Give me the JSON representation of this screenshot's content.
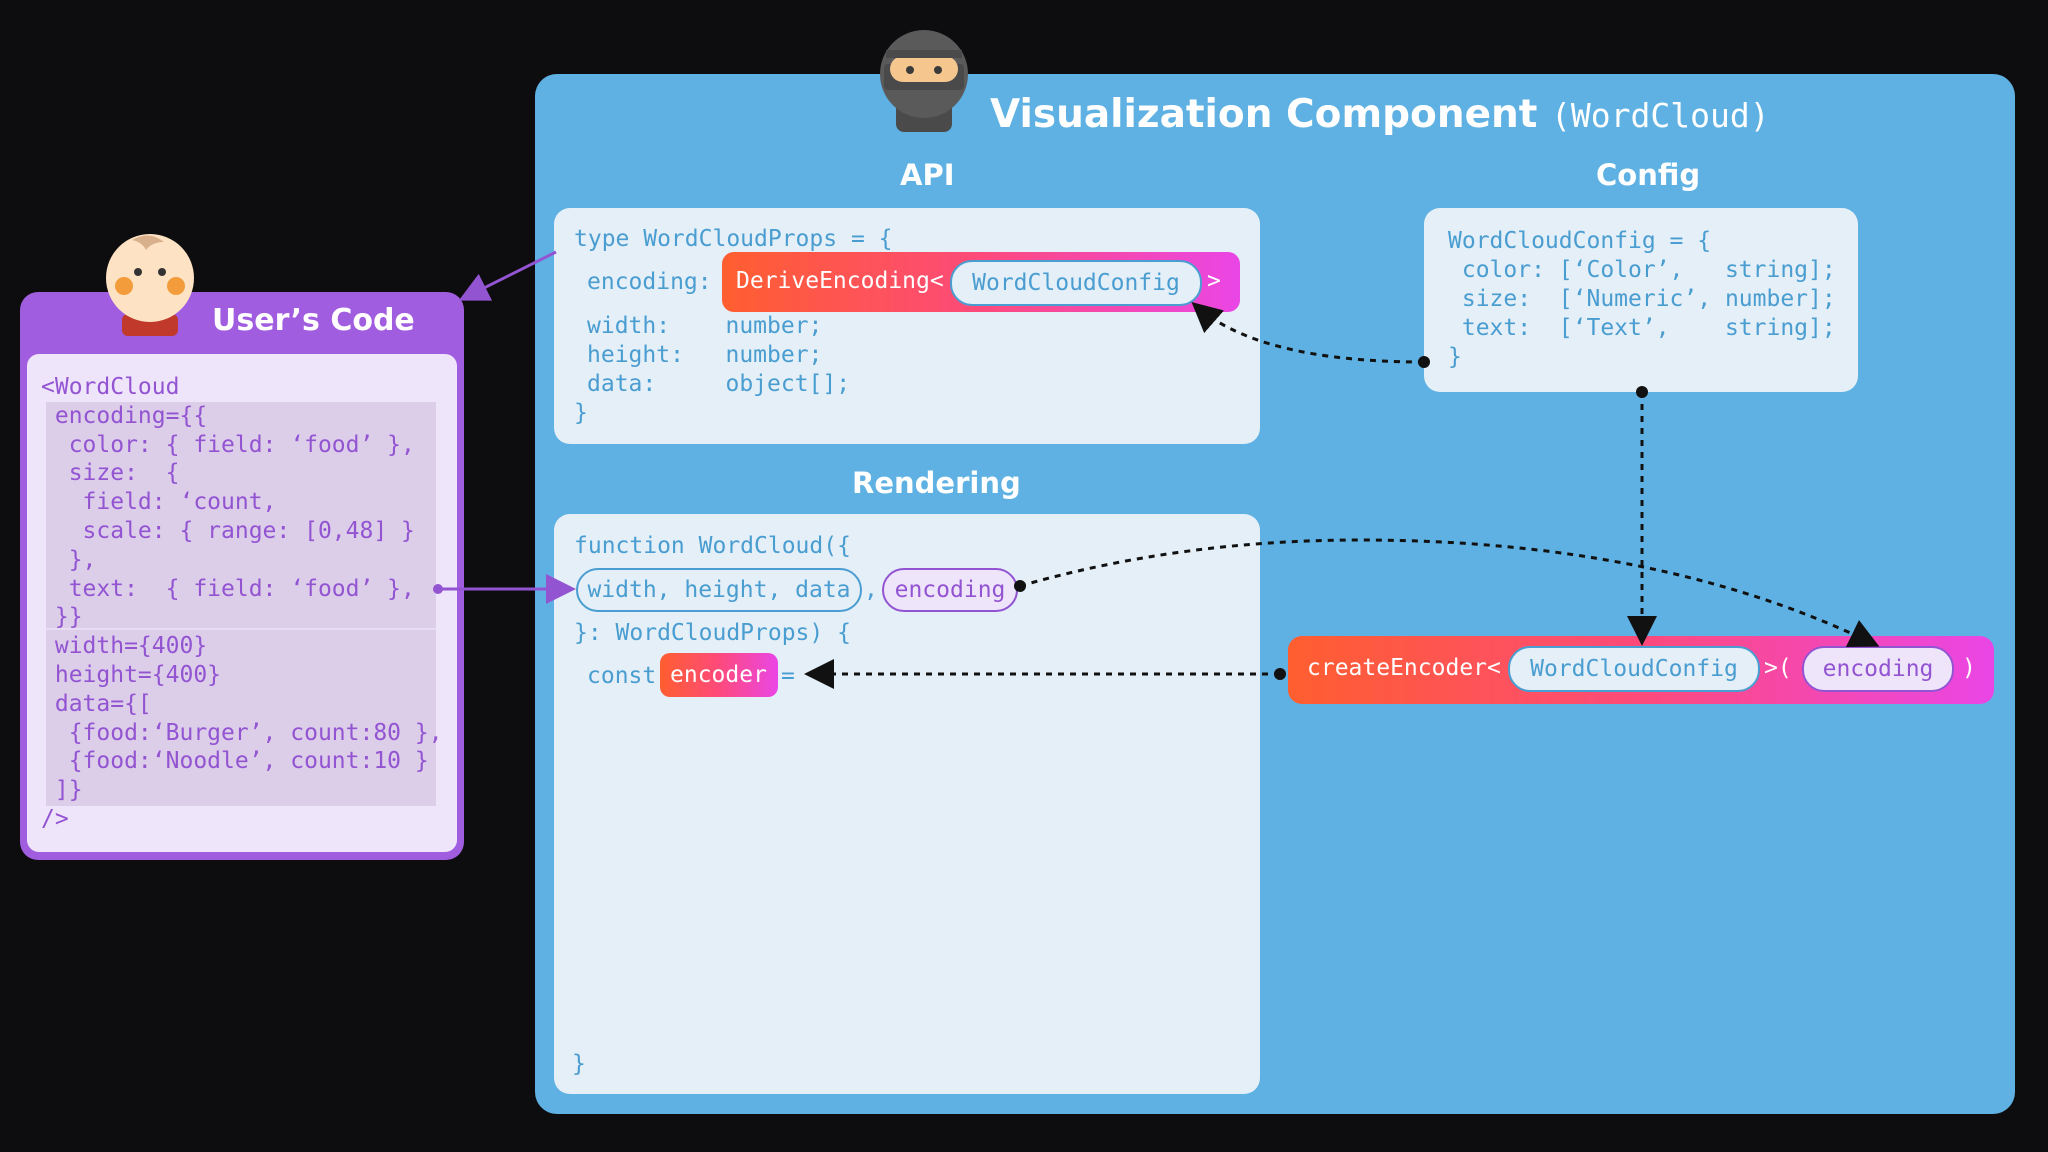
{
  "visualization": {
    "title": "Visualization Component",
    "title_sub": "(WordCloud)",
    "api_label": "API",
    "config_label": "Config",
    "rendering_label": "Rendering"
  },
  "api_code": {
    "line1": "type WordCloudProps = {",
    "encoding_label": "encoding:",
    "derive_encoding": "DeriveEncoding<",
    "derive_type": "WordCloudConfig",
    "derive_close": ">",
    "line3": "width:    number;",
    "line4": "height:   number;",
    "line5": "data:     object[];",
    "line6": "}"
  },
  "config_code": {
    "line1": "WordCloudConfig = {",
    "line2": " color: [‘Color’,   string];",
    "line3": " size:  [‘Numeric’, number];",
    "line4": " text:  [‘Text’,    string];",
    "line5": "}"
  },
  "rendering_code": {
    "line1": "function WordCloud({",
    "params": "width, height, data",
    "comma": ",",
    "encoding_param": "encoding",
    "line3": "}: WordCloudProps) {",
    "const_kw": "const",
    "encoder": "encoder",
    "equals": "=",
    "close": "}"
  },
  "create_encoder": {
    "fn": "createEncoder<",
    "type": "WordCloudConfig",
    "mid": ">(",
    "arg": "encoding",
    "end": ")"
  },
  "user_code": {
    "title": "User’s Code",
    "lines": [
      "<WordCloud",
      " encoding={{",
      "  color: { field: ‘food’ },",
      "  size:  {",
      "   field: ‘count,",
      "   scale: { range: [0,48] }",
      "  },",
      "  text:  { field: ‘food’ },",
      " }}",
      " width={400}",
      " height={400}",
      " data={[",
      "  {food:‘Burger’, count:80 },",
      "  {food:‘Noodle’, count:10 }",
      " ]}",
      "/>"
    ]
  },
  "colors": {
    "panel_blue": "#5eb1e2",
    "code_blue": "#4a9dd0",
    "user_purple": "#a15de0",
    "gradient_start": "#ff5e2f",
    "gradient_end": "#ea46e6"
  },
  "icons": {
    "developer": "ninja-avatar-icon",
    "user": "baby-avatar-icon"
  }
}
